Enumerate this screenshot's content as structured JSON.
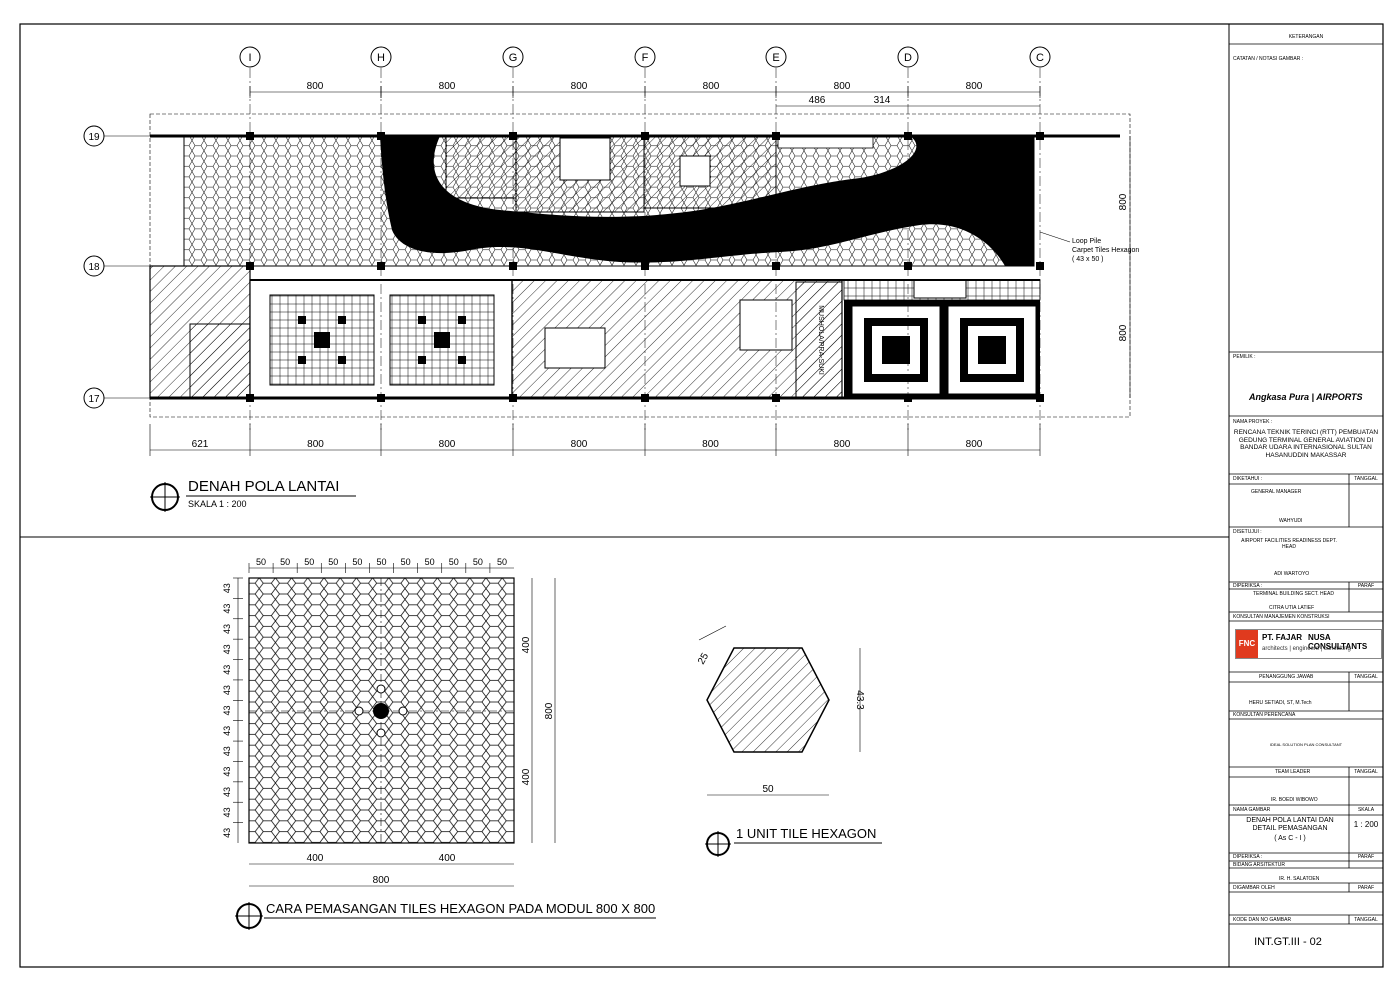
{
  "plan": {
    "grid_columns": [
      "I",
      "H",
      "G",
      "F",
      "E",
      "D",
      "C"
    ],
    "grid_rows": [
      "19",
      "18",
      "17"
    ],
    "top_dims": [
      "800",
      "800",
      "800",
      "800",
      "800",
      "800",
      "800"
    ],
    "sub_dims": [
      "486",
      "314"
    ],
    "bottom_dims": [
      "621",
      "800",
      "800",
      "800",
      "800",
      "800",
      "800"
    ],
    "right_dims": [
      "800",
      "800"
    ],
    "callout_line1": "Loop Pile",
    "callout_line2": "Carpet Tiles Hexagon",
    "callout_line3": "( 43 x 50 )",
    "room_label": "MUSHOLA/PRA-SUKI",
    "title": "DENAH POLA LANTAI",
    "scale": "SKALA 1 : 200"
  },
  "detail": {
    "top_dims": [
      "50",
      "50",
      "50",
      "50",
      "50",
      "50",
      "50",
      "50",
      "50",
      "50",
      "50"
    ],
    "left_dims": [
      "43",
      "43",
      "43",
      "43",
      "43",
      "43",
      "43",
      "43",
      "43",
      "43",
      "43",
      "43",
      "43"
    ],
    "right_dims": [
      "400",
      "400"
    ],
    "outer_right": "800",
    "bottom_dims": [
      "400",
      "400"
    ],
    "bottom_total": "800",
    "title": "CARA PEMASANGAN TILES HEXAGON PADA MODUL 800 X 800"
  },
  "unit": {
    "side": "25",
    "height": "43.3",
    "width": "50",
    "title": "1 UNIT TILE HEXAGON"
  },
  "titleblock": {
    "keterangan": "KETERANGAN",
    "catatan": "CATATAN / NOTASI GAMBAR :",
    "pemilik": "PEMILIK :",
    "owner_logo": "Angkasa Pura | AIRPORTS",
    "nama_proyek": "NAMA PROYEK :",
    "project": "RENCANA TEKNIK TERINCI (RTT) PEMBUATAN GEDUNG TERMINAL GENERAL AVIATION DI BANDAR UDARA INTERNASIONAL SULTAN HASANUDDIN MAKASSAR",
    "diketahui": "DIKETAHUI :",
    "tanggal": "TANGGAL",
    "gm": "GENERAL MANAGER",
    "gm_name": "WAHYUDI",
    "disetujui": "DISETUJUI :",
    "afr": "AIRPORT FACILITIES READINESS DEPT. HEAD",
    "afr_name": "ADI WARTOYO",
    "diperiksa": "DIPERIKSA :",
    "paraf": "PARAF",
    "tbs": "TERMINAL BUILDING SECT. HEAD",
    "tbs_name": "CITRA UTIA LATIEF",
    "konsultan_mk": "KONSULTAN MANAJEMEN KONSTRUKSI",
    "fnc_abbr": "FNC",
    "fnc_name1": "PT. FAJAR",
    "fnc_name2": "NUSA CONSULTANTS",
    "fnc_sub": "architects | engineers | consulting",
    "pj": "PENANGGUNG JAWAB",
    "pj_name": "HERU SETIADI, ST, M.Tech",
    "konsultan_p": "KONSULTAN PERENCANA",
    "ideal": "IDEAL SOLUTION PLAN CONSULTANT",
    "team_leader": "TEAM LEADER",
    "tl_name": "IR. BOEDI WIBOWO",
    "nama_gambar": "NAMA GAMBAR",
    "skala_label": "SKALA",
    "drawing_title": "DENAH POLA LANTAI DAN DETAIL PEMASANGAN",
    "drawing_sub": "( As C - I )",
    "skala": "1 : 200",
    "bidang": "BIDANG ARSITEKTUR",
    "ars_name": "IR. H. SALATOEN",
    "digambar": "DIGAMBAR OLEH",
    "kode": "KODE DAN NO GAMBAR",
    "code": "INT.GT.III - 02"
  }
}
